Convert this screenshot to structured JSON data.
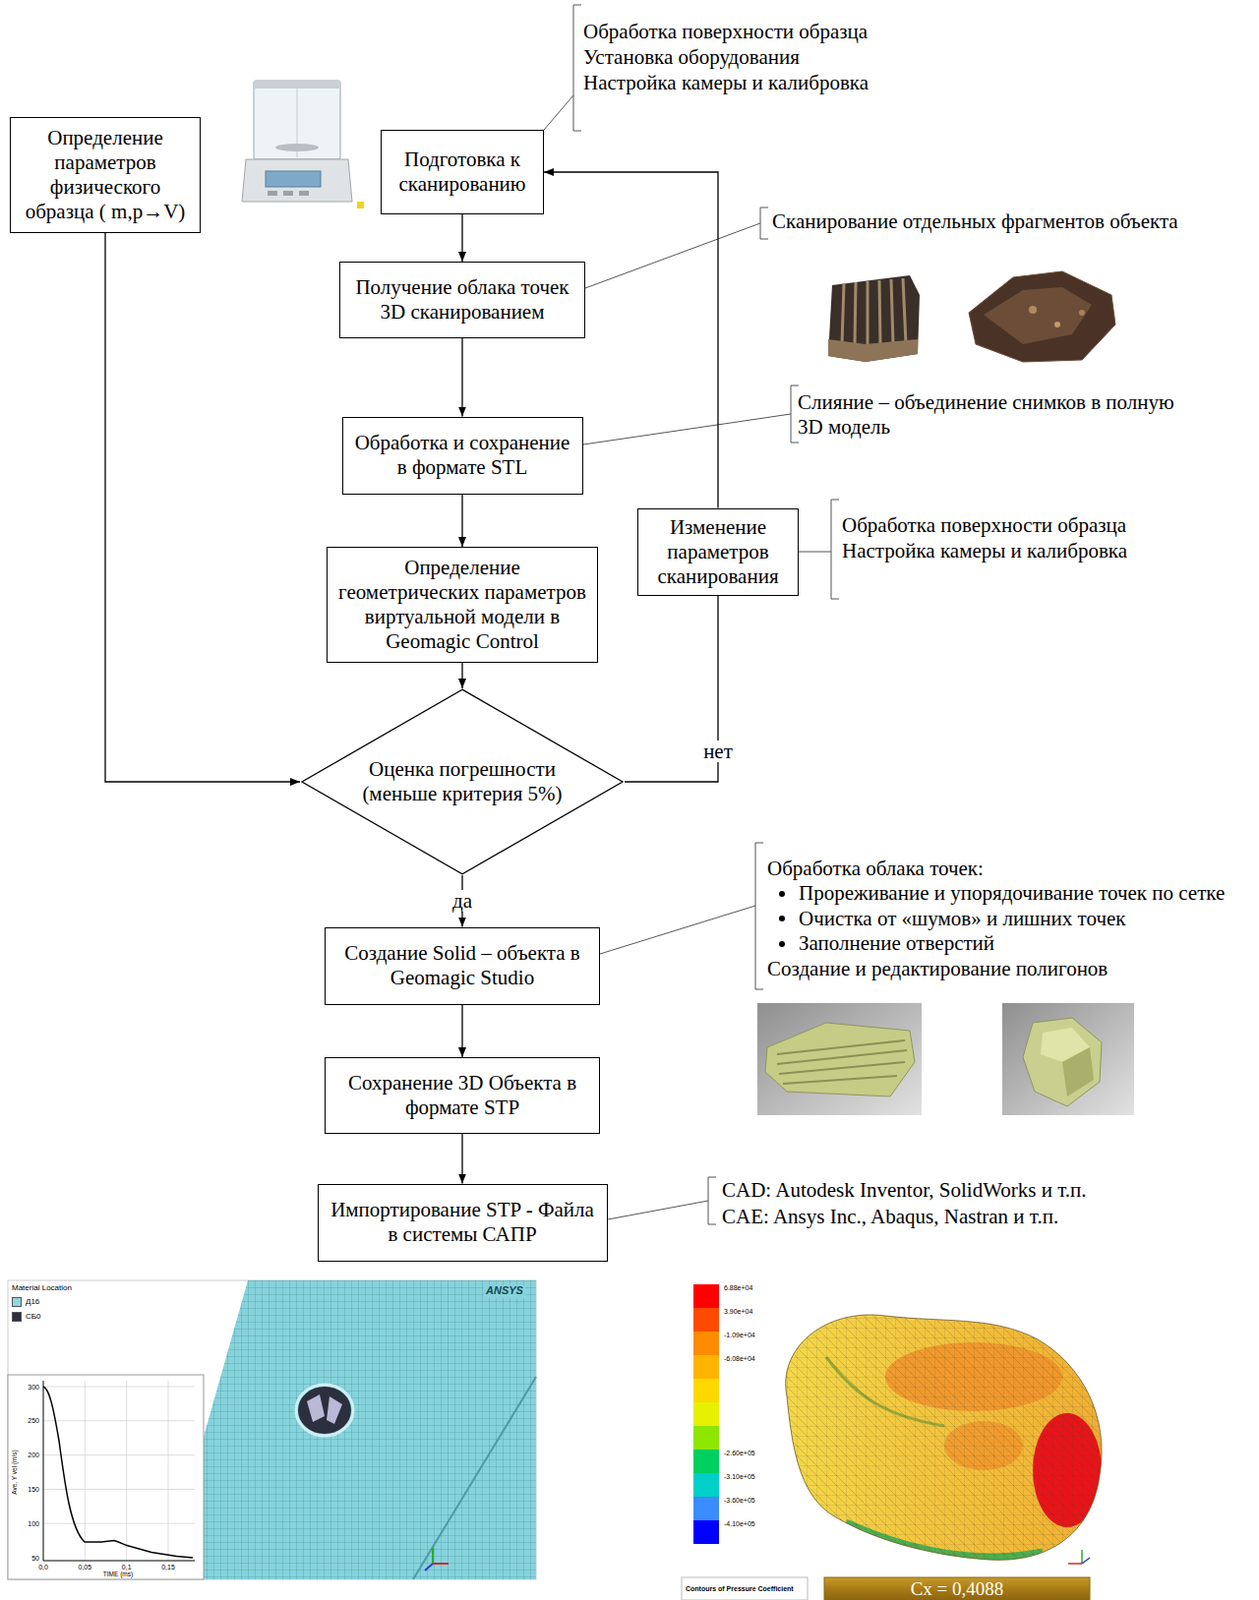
{
  "diagram": {
    "nodes": [
      {
        "text": [
          "Определение параметров физического образца ( m,p→V)"
        ]
      },
      {
        "text": [
          "Подготовка к сканированию"
        ]
      },
      {
        "text": [
          "Получение облака точек 3D сканированием"
        ]
      },
      {
        "text": [
          "Обработка и сохранение в формате STL"
        ]
      },
      {
        "text": [
          "Изменение параметров сканирования"
        ]
      },
      {
        "text": [
          "Определение геометрических параметров виртуальной модели в Geomagic Control"
        ]
      },
      {
        "text": [
          "Оценка погрешности (меньше критерия 5%)"
        ]
      },
      {
        "text": [
          "Создание Solid – объекта в Geomagic Studio"
        ]
      },
      {
        "text": [
          "Сохранение 3D Объекта в формате STP"
        ]
      },
      {
        "text": [
          "Импортирование STP - Файла в системы САПР"
        ]
      }
    ],
    "edges": [
      {
        "from": 1,
        "to": 2,
        "arrow": "to"
      },
      {
        "from": 2,
        "to": 3,
        "arrow": "to"
      },
      {
        "from": 3,
        "to": 5,
        "arrow": "to"
      },
      {
        "from": 5,
        "to": 6,
        "arrow": "to"
      },
      {
        "from": 0,
        "to": 6,
        "arrow": "to"
      },
      {
        "from": 6,
        "to": 4,
        "label": "нет",
        "arrow": "none"
      },
      {
        "from": 4,
        "to": 1,
        "arrow": "to"
      },
      {
        "from": 6,
        "to": 7,
        "label": "да",
        "arrow": "to"
      },
      {
        "from": 7,
        "to": 8,
        "arrow": "to"
      },
      {
        "from": 8,
        "to": 9,
        "arrow": "to"
      }
    ],
    "labels": [
      "Обработка поверхности образца",
      "Установка оборудования",
      "Настройка камеры и калибровка",
      "Сканирование отдельных фрагментов объекта",
      "Слияние – объединение снимков в полную 3D модель",
      "Обработка поверхности образца",
      "Настройка камеры и калибровка",
      "Обработка облака точек:",
      "Прореживание и упорядочивание точек по сетке",
      "Очистка от «шумов» и лишних точек",
      "Заполнение отверстий",
      "Создание и редактирование полигонов",
      "CAD: Autodesk Inventor, SolidWorks и т.п.",
      "CAE: Ansys Inc., Abaqus, Nastran и т.п.",
      "Material Location",
      "ANSYS",
      "300",
      "250",
      "200",
      "150",
      "100",
      "50",
      "0,0",
      "0,05",
      "0,1",
      "0,15",
      "TIME (ms)",
      "Ave. Y vel (m/s)",
      "6.88e+04",
      "3.90e+04",
      "-1.09e+04",
      "-6.08e+04",
      "-2.60e+05",
      "-3.10e+05",
      "-3.60e+05",
      "-4.10e+05",
      "Contours of Pressure Coefficient",
      "Cx = 0,4088"
    ],
    "legend": [
      {
        "text": "Д16",
        "color": "#8fd6df"
      },
      {
        "text": "СБ0",
        "color": "#2c2f3c"
      }
    ]
  }
}
